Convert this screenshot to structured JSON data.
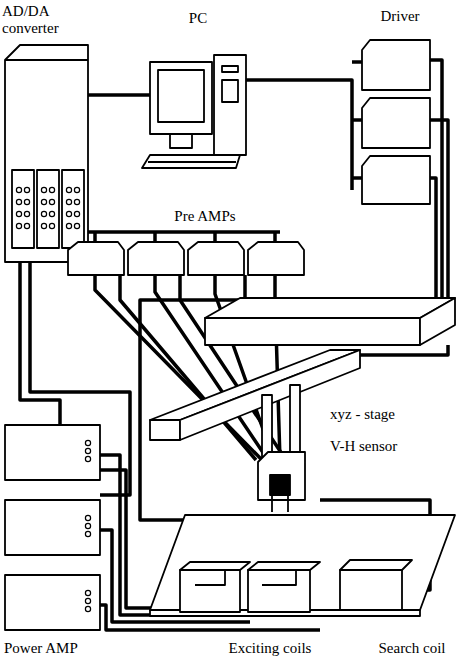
{
  "diagram": {
    "labels": [
      "AD/DA converter",
      "PC",
      "Driver",
      "Pre AMPs",
      "xyz - stage",
      "V-H sensor",
      "Power AMP",
      "Exciting coils",
      "Search coil"
    ]
  }
}
